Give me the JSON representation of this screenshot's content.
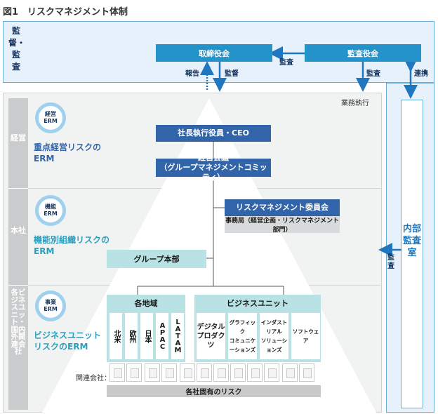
{
  "figure": {
    "title": "図1　リスクマネジメント体制"
  },
  "kansa": {
    "label": "監督・監査"
  },
  "nodes": {
    "board": "取締役会",
    "audit_board": "監査役会",
    "ceo": "社長執行役員・CEO",
    "mgmt_meeting_line1": "経営会議",
    "mgmt_meeting_line2": "（グループマネジメントコミッティ）",
    "risk_committee": "リスクマネジメント委員会",
    "risk_office": "事務局（経営企画・リスクマネジメント部門）",
    "group_hq": "グループ本部",
    "regions": "各地域",
    "business_units": "ビジネスユニット",
    "internal_audit": "内部監査室"
  },
  "arrow_labels": {
    "report": "報告",
    "supervise": "監督",
    "audit1": "監査",
    "audit2": "監査",
    "coordination": "連携",
    "audit3": "監査"
  },
  "business_execution": "業務執行",
  "sidebar": {
    "keiei": "経営",
    "honsha": "本社",
    "kaku": "各ビジネスユニット・国内外関連会社"
  },
  "erm": [
    {
      "circle_top": "経営",
      "circle_bottom": "ERM",
      "title_line1": "重点経営リスクの",
      "title_line2": "ERM",
      "color": "#3264a9"
    },
    {
      "circle_top": "機能",
      "circle_bottom": "ERM",
      "title_line1": "機能別組織リスクの",
      "title_line2": "ERM",
      "color": "#2a9fbd"
    },
    {
      "circle_top": "事業",
      "circle_bottom": "ERM",
      "title_line1": "ビジネスユニット",
      "title_line2": "リスクのERM",
      "color": "#2a9fbd"
    }
  ],
  "regions": [
    "北米",
    "欧州",
    "日本",
    "APAC",
    "LATAM"
  ],
  "business_unit_items": [
    {
      "line1": "デジタル",
      "line2": "プロダクツ"
    },
    {
      "line1": "グラフィック",
      "line2": "コミュニケーションズ"
    },
    {
      "line1": "インダストリアル",
      "line2": "ソリューションズ"
    },
    {
      "line1": "ソフトウェア",
      "line2": ""
    }
  ],
  "affiliates_label": "関連会社：",
  "risk_bar": "各社固有のリスク",
  "colors": {
    "teal": "#2493c9",
    "navy": "#3264a9",
    "light_teal": "#b8e2e3",
    "frame_blue": "#6aaed8"
  }
}
